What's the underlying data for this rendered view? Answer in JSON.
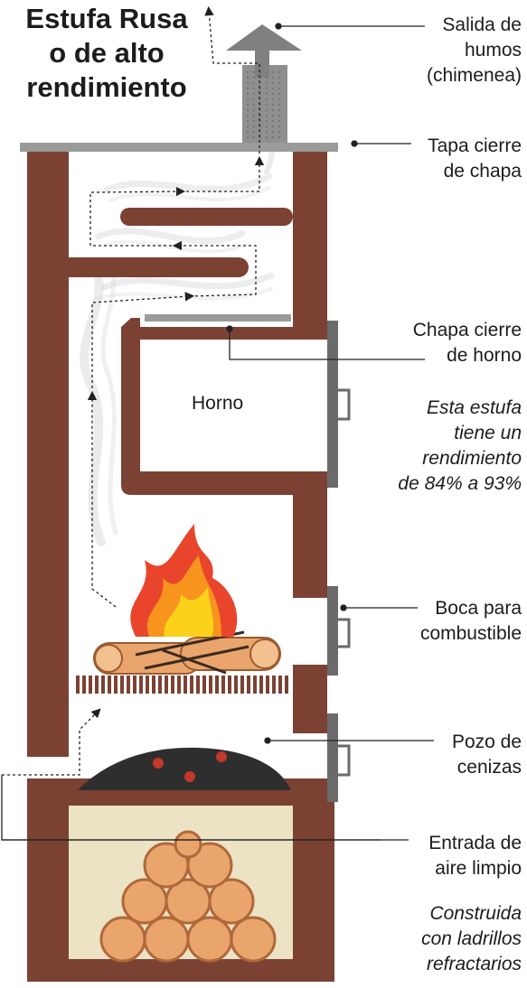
{
  "title": [
    "Estufa Rusa",
    "o de alto",
    "rendimiento"
  ],
  "labels": {
    "salida": [
      "Salida de",
      "humos",
      "(chimenea)"
    ],
    "tapa": [
      "Tapa cierre",
      "de chapa"
    ],
    "chapa": [
      "Chapa cierre",
      "de horno"
    ],
    "rendimiento": [
      "Esta estufa",
      "tiene un",
      "rendimiento",
      "de 84% a 93%"
    ],
    "boca": [
      "Boca para",
      "combustible"
    ],
    "pozo": [
      "Pozo de",
      "cenizas"
    ],
    "entrada": [
      "Entrada de",
      "aire limpio"
    ],
    "construida": [
      "Construida",
      "con ladrillos",
      "refractarios"
    ]
  },
  "horno": "Horno",
  "colors": {
    "brick": "#7b4234",
    "steel": "#8c8c8c",
    "door": "#6a6a6a",
    "smoke": "#d3d3d3",
    "ash": "#2e2e2e",
    "storage": "#ece2c4",
    "wood": "#e9a56c",
    "fire_red": "#e8452c",
    "fire_orange": "#f6941e",
    "fire_yellow": "#fcd11a"
  }
}
